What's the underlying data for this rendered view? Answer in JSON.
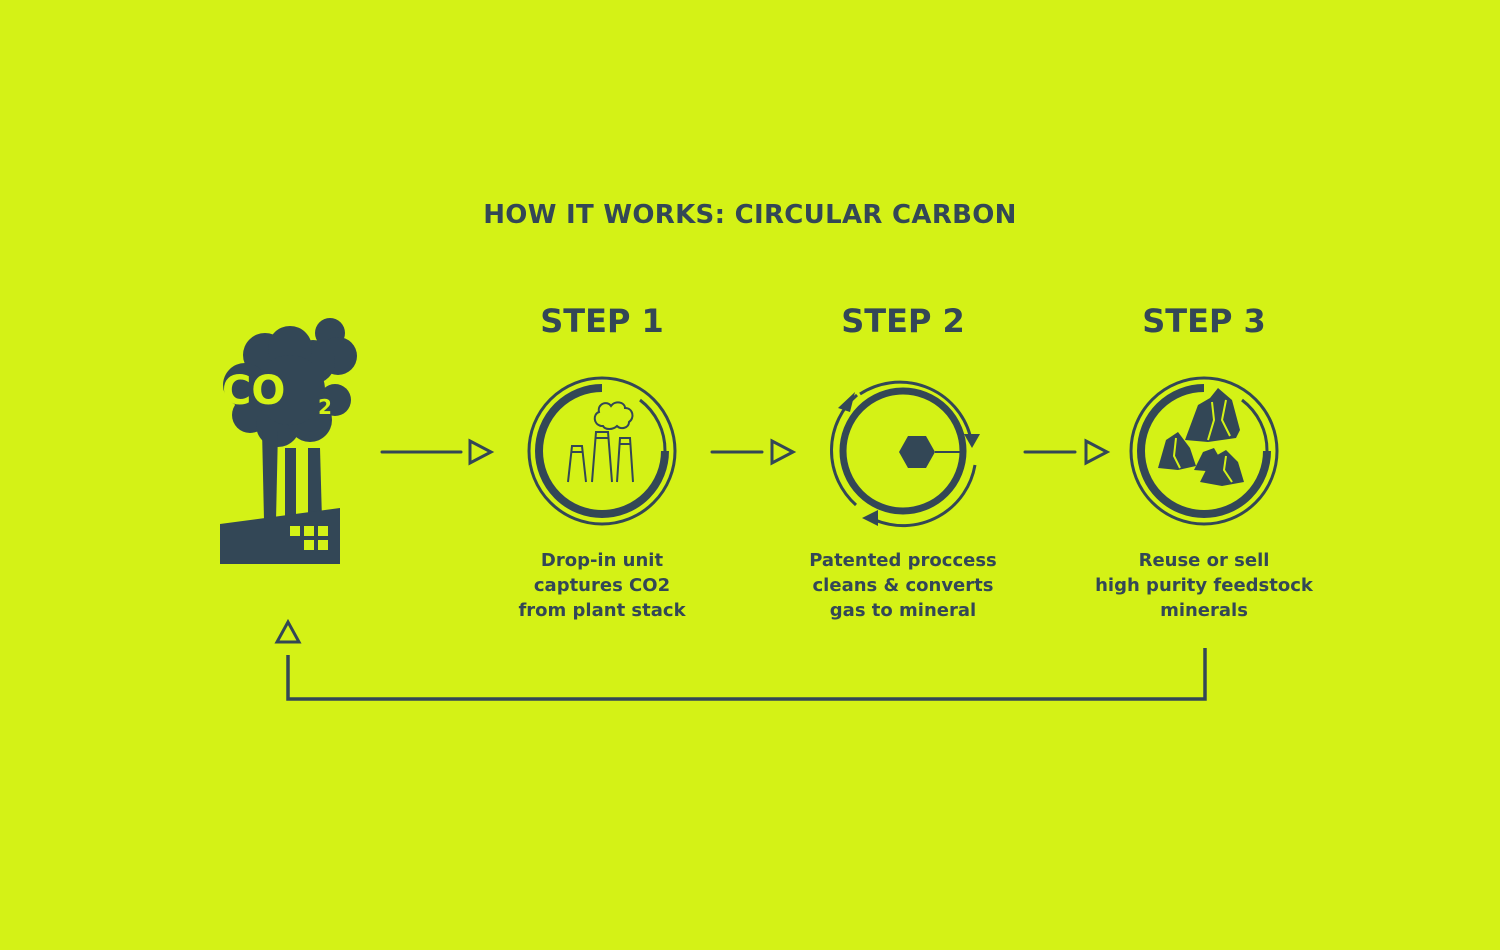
{
  "title": "HOW IT WORKS: CIRCULAR CARBON",
  "colors": {
    "background": "#d4f216",
    "ink": "#334756"
  },
  "source": {
    "label": "CO",
    "subscript": "2",
    "icon": "factory-emitting-co2-icon"
  },
  "steps": [
    {
      "heading": "STEP 1",
      "icon": "smokestacks-icon",
      "lines": [
        "Drop-in unit",
        "captures CO2",
        "from plant stack"
      ]
    },
    {
      "heading": "STEP 2",
      "icon": "hexagon-cycle-icon",
      "lines": [
        "Patented proccess",
        "cleans & converts",
        "gas to mineral"
      ]
    },
    {
      "heading": "STEP 3",
      "icon": "minerals-rocks-icon",
      "lines": [
        "Reuse or sell",
        "high purity feedstock",
        "minerals"
      ]
    }
  ]
}
